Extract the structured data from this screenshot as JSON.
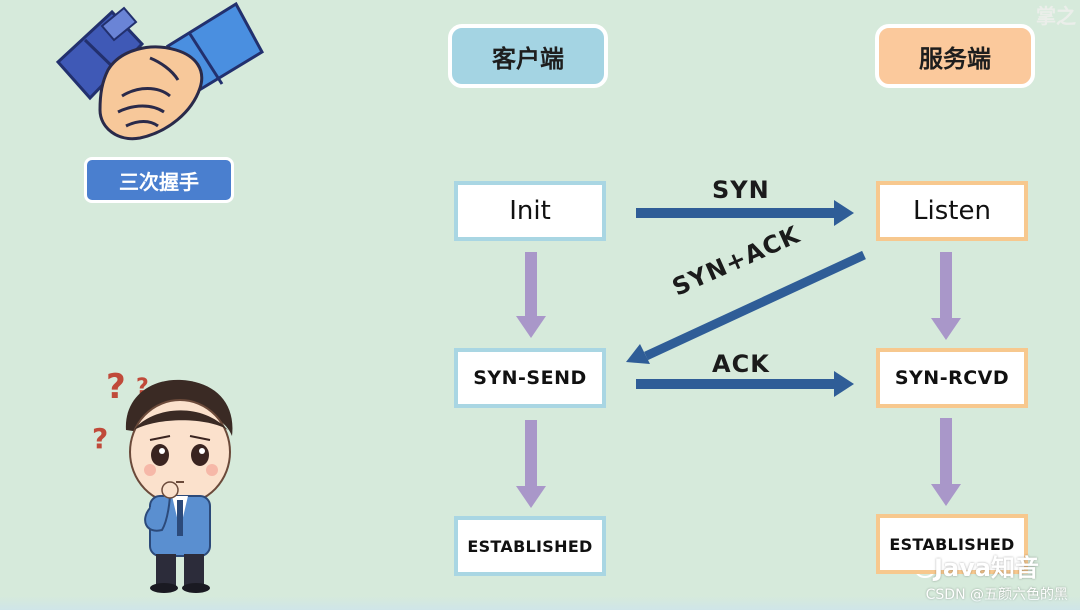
{
  "headers": {
    "client": "客户端",
    "server": "服务端"
  },
  "badge": "三次握手",
  "client_states": [
    "Init",
    "SYN-SEND",
    "ESTABLISHED"
  ],
  "server_states": [
    "Listen",
    "SYN-RCVD",
    "ESTABLISHED"
  ],
  "messages": {
    "syn": "SYN",
    "syn_ack": "SYN+ACK",
    "ack": "ACK"
  },
  "watermarks": {
    "top_right": "掌之",
    "wechat": "Java知音",
    "csdn": "CSDN @五颜六色的黑"
  },
  "colors": {
    "background": "#d6eadb",
    "client_accent": "#a4d4e3",
    "server_accent": "#fbc99c",
    "message_arrow": "#2f5d97",
    "transition_arrow": "#a997c9",
    "badge": "#4a7fcf"
  },
  "icons": [
    "handshake-icon",
    "thinking-man-icon",
    "wechat-icon"
  ]
}
